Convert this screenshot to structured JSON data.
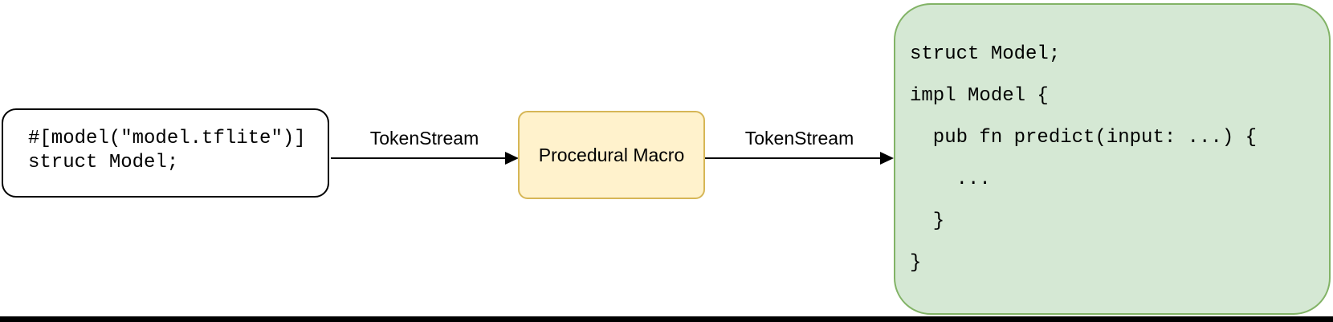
{
  "canvas": {
    "background": "#ffffff",
    "bottom_bar_color": "#000000"
  },
  "flow": {
    "input_box": {
      "lines": [
        "#[model(\"model.tflite\")]",
        "struct Model;"
      ],
      "fill": "#ffffff",
      "stroke": "#000000"
    },
    "arrow1": {
      "label": "TokenStream"
    },
    "macro_box": {
      "label": "Procedural Macro",
      "fill": "#fff2cc",
      "stroke": "#d6b656"
    },
    "arrow2": {
      "label": "TokenStream"
    },
    "output_box": {
      "lines": [
        "struct Model;",
        "impl Model {",
        "  pub fn predict(input: ...) {",
        "    ...",
        "  }",
        "}"
      ],
      "fill": "#d5e8d4",
      "stroke": "#82b366"
    }
  }
}
